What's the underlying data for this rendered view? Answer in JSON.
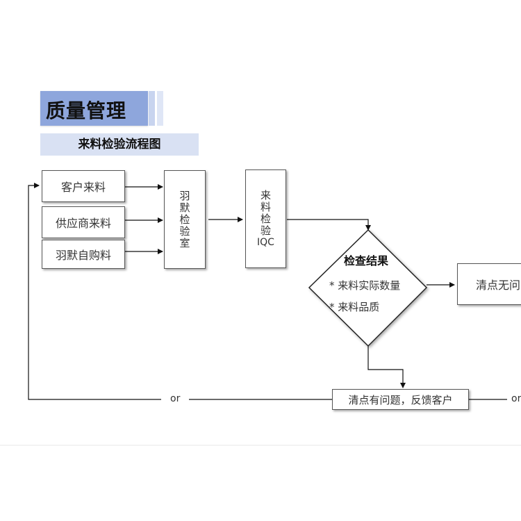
{
  "header": {
    "title": "质量管理",
    "subtitle": "来料检验流程图"
  },
  "sources": [
    {
      "label": "客户来料"
    },
    {
      "label": "供应商来料"
    },
    {
      "label": "羽默自购料"
    }
  ],
  "lab_box": {
    "label": "羽默检验室"
  },
  "iqc_box": {
    "label_cn": "来料检验",
    "label_en": "IQC"
  },
  "decision": {
    "title": "检查结果",
    "criteria": [
      "* 来料实际数量",
      "* 来料品质"
    ]
  },
  "ok_box": {
    "label": "清点无问"
  },
  "issue_box": {
    "label": "清点有问题，反馈客户"
  },
  "connectors": {
    "or_left": "or",
    "or_right": "or"
  }
}
